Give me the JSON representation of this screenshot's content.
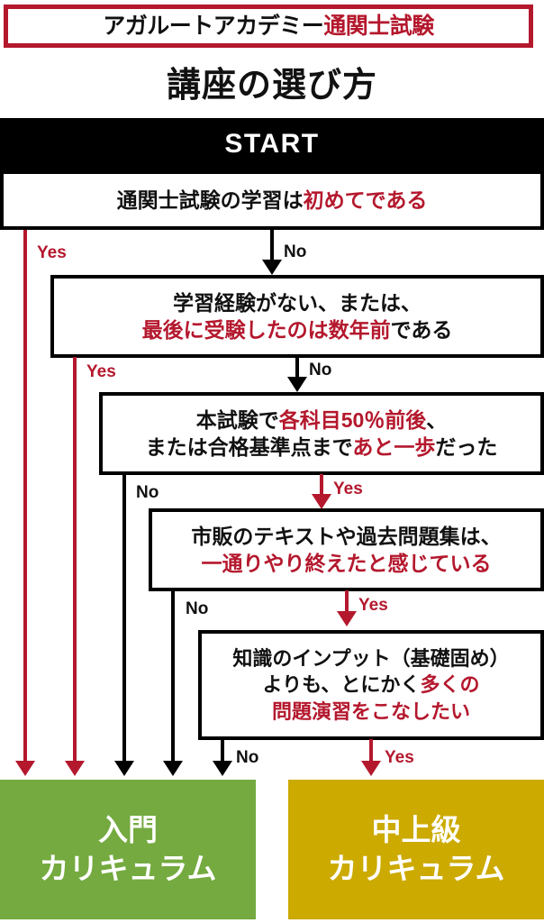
{
  "header": {
    "brand_black": "アガルートアカデミー",
    "brand_red": "通関士試験",
    "title": "講座の選び方",
    "accent_red": "#b4182d"
  },
  "flow": {
    "start_label": "START",
    "questions": [
      {
        "id": "q1",
        "lines": [
          {
            "black_before": "通関士試験の学習は",
            "red": "初めてである",
            "black_after": ""
          }
        ],
        "yes_label": "Yes",
        "no_label": "No",
        "yes_target": "green",
        "no_target": "q2"
      },
      {
        "id": "q2",
        "lines": [
          {
            "black_before": "学習経験がない、または、",
            "red": "",
            "black_after": ""
          },
          {
            "black_before": "",
            "red": "最後に受験したのは数年前",
            "black_after": "である"
          }
        ],
        "yes_label": "Yes",
        "no_label": "No",
        "yes_target": "green",
        "no_target": "q3"
      },
      {
        "id": "q3",
        "lines": [
          {
            "black_before": "本試験で",
            "red": "各科目50％前後",
            "black_after": "、"
          },
          {
            "black_before": "または合格基準点まで",
            "red": "あと一歩",
            "black_after": "だった"
          }
        ],
        "yes_label": "Yes",
        "no_label": "No",
        "yes_target": "q4",
        "no_target": "green"
      },
      {
        "id": "q4",
        "lines": [
          {
            "black_before": "市販のテキストや過去問題集は、",
            "red": "",
            "black_after": ""
          },
          {
            "black_before": "",
            "red": "一通りやり終えたと感じている",
            "black_after": ""
          }
        ],
        "yes_label": "Yes",
        "no_label": "No",
        "yes_target": "q5",
        "no_target": "green"
      },
      {
        "id": "q5",
        "lines": [
          {
            "black_before": "知識のインプット（基礎固め）",
            "red": "",
            "black_after": ""
          },
          {
            "black_before": "よりも、とにかく",
            "red": "多くの",
            "black_after": ""
          },
          {
            "black_before": "",
            "red": "問題演習をこなしたい",
            "black_after": ""
          }
        ],
        "yes_label": "Yes",
        "no_label": "No",
        "yes_target": "yellow",
        "no_target": "green"
      }
    ],
    "results": [
      {
        "id": "green",
        "line1": "入門",
        "line2": "カリキュラム",
        "color": "#74aa3f"
      },
      {
        "id": "yellow",
        "line1": "中上級",
        "line2": "カリキュラム",
        "color": "#ccaa00"
      }
    ]
  },
  "edge_labels": {
    "q1_yes": "Yes",
    "q1_no": "No",
    "q2_yes": "Yes",
    "q2_no": "No",
    "q3_no": "No",
    "q3_yes": "Yes",
    "q4_no": "No",
    "q4_yes": "Yes",
    "q5_no": "No",
    "q5_yes": "Yes"
  }
}
